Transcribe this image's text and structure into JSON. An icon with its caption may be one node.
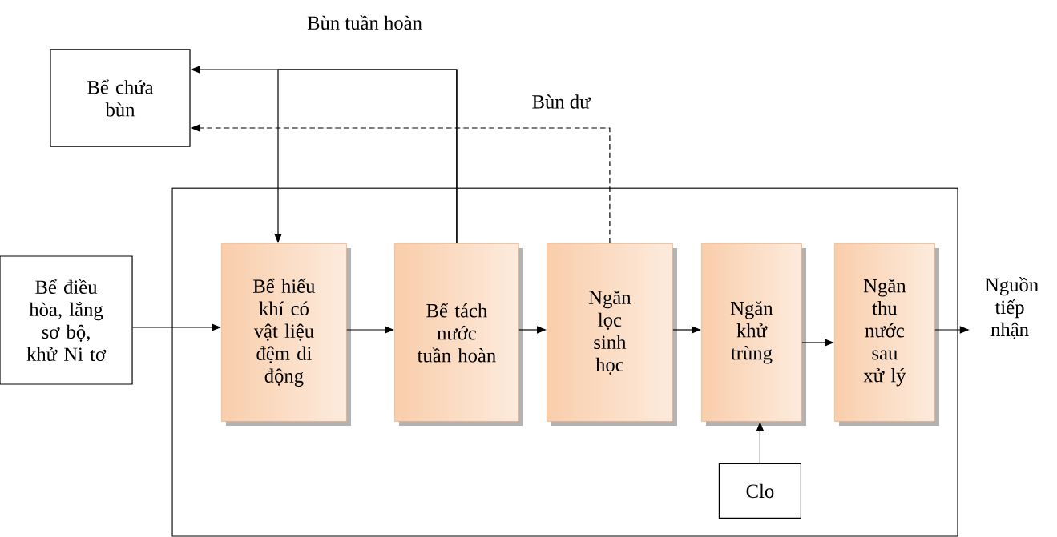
{
  "diagram": {
    "nodes": [
      {
        "text": [
          "Bể chứa bùn"
        ]
      },
      {
        "text": [],
        "shape": "box"
      },
      {
        "text": [
          "Bể điều hòa, lắng sơ bộ, khử Ni tơ"
        ]
      },
      {
        "text": [
          "Bể hiếu khí có vật liệu đệm di động"
        ],
        "in": 1
      },
      {
        "text": [
          "Bể tách nước tuần hoàn"
        ],
        "in": 1
      },
      {
        "text": [
          "Ngăn lọc sinh học"
        ],
        "in": 1
      },
      {
        "text": [
          "Ngăn khử trùng"
        ],
        "in": 1
      },
      {
        "text": [
          "Ngăn thu nước sau xử lý"
        ],
        "in": 1
      },
      {
        "text": [
          "Clo"
        ],
        "in": 1
      },
      {
        "text": [
          "Nguồn tiếp nhận"
        ]
      }
    ],
    "edges": [
      {
        "from": 2,
        "to": 3,
        "arrow": "to"
      },
      {
        "from": 3,
        "to": 4,
        "arrow": "to"
      },
      {
        "from": 4,
        "to": 5,
        "arrow": "to"
      },
      {
        "from": 5,
        "to": 6,
        "arrow": "to"
      },
      {
        "from": 6,
        "to": 7,
        "arrow": "to"
      },
      {
        "from": 7,
        "to": 9,
        "arrow": "to"
      },
      {
        "from": 8,
        "to": 6,
        "arrow": "to"
      },
      {
        "from": 4,
        "to": 0,
        "arrow": "to",
        "label": "Bùn tuần hoàn"
      },
      {
        "from": 4,
        "to": 3,
        "arrow": "to"
      },
      {
        "from": 5,
        "to": 0,
        "arrow": "to",
        "label": "Bùn dư",
        "style": "dashed"
      }
    ]
  }
}
